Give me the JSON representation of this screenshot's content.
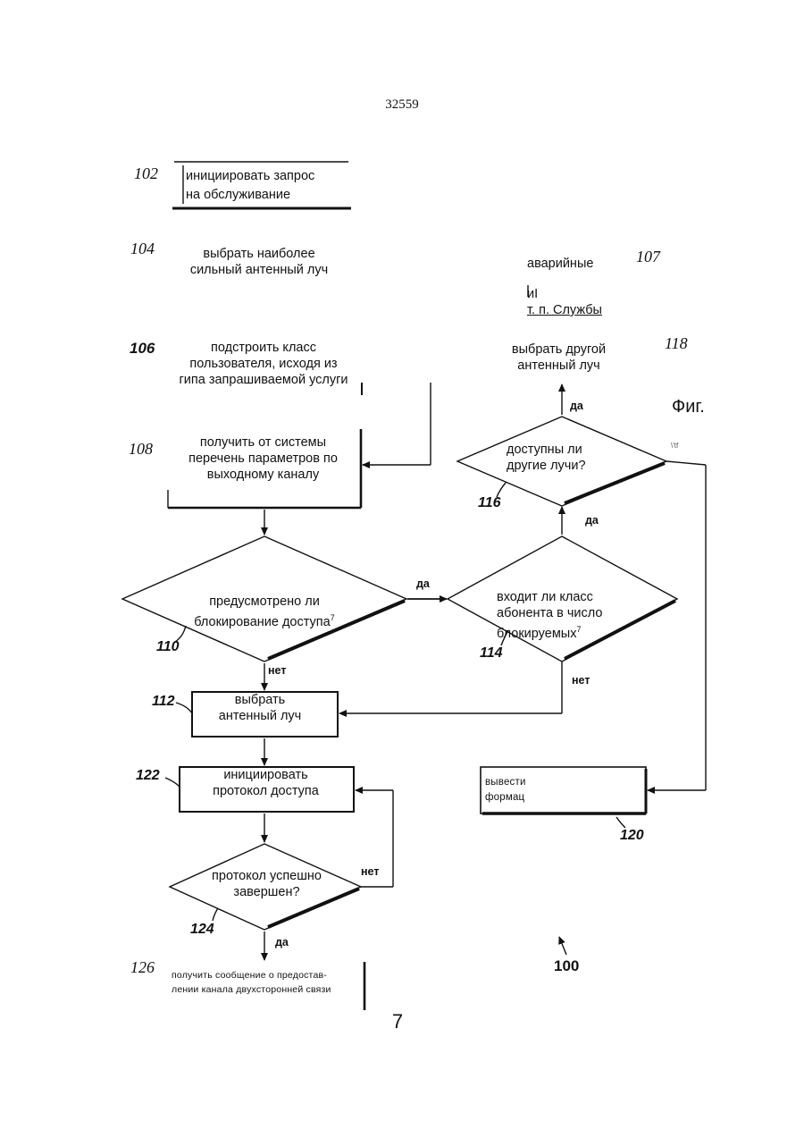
{
  "page": {
    "doc_number": "32559",
    "page_number": "7",
    "fig_label": "Фиг.",
    "diagram_ref": "100",
    "stray_mark": "\\'tf"
  },
  "steps": {
    "s102": {
      "ref": "102",
      "text": "инициировать запрос\nна обслуживание"
    },
    "s104": {
      "ref": "104",
      "text": "выбрать наиболее\nсильный антенный луч"
    },
    "s106": {
      "ref": "106",
      "text": "подстроить класс\nпользователя, исходя из\nгипа запрашиваемой услуги"
    },
    "s107": {
      "ref": "107",
      "line1": "аварийные",
      "line2_prefix": "иI",
      "line2_underlined": "т. п. Службы",
      "line3": "I"
    },
    "s108": {
      "ref": "108",
      "text": "получить от системы\nперечень параметров по\nвыходному каналу"
    },
    "s110": {
      "ref": "110",
      "text": "предусмотрено ли\nблокирование доступа",
      "sup": "7"
    },
    "s112": {
      "ref": "112",
      "text": "выбрать\nантенный луч"
    },
    "s114": {
      "ref": "114",
      "text": "входит ли класс\nабонента в число\nблокируемых",
      "sup": "7"
    },
    "s116": {
      "ref": "116",
      "text": "доступны ли\nдругие лучи?"
    },
    "s118": {
      "ref": "118",
      "text": "выбрать другой\nантенный луч"
    },
    "s120": {
      "ref": "120",
      "text": "вывести\nформац"
    },
    "s122": {
      "ref": "122",
      "text": "инициировать\nпротокол доступа"
    },
    "s124": {
      "ref": "124",
      "text": "протокол успешно\nзавершен?"
    },
    "s126": {
      "ref": "126",
      "text": "получить сообщение о предостав-\nлении канала двухсторонней связи"
    }
  },
  "branches": {
    "yes": "да",
    "no": "нет"
  }
}
